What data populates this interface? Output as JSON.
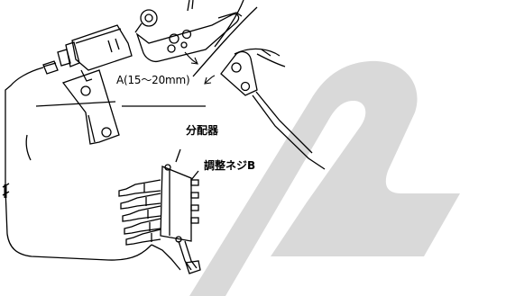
{
  "labels": {
    "dimension": "A(15～20mm)",
    "distributor": "分配器",
    "adjust_screw": "調整ネジB"
  },
  "colors": {
    "ink": "#000000",
    "watermark": "#d9d9d9",
    "background": "#ffffff"
  },
  "icons": {
    "arrow": "arrow-icon",
    "watermark": "watermark-logo"
  }
}
